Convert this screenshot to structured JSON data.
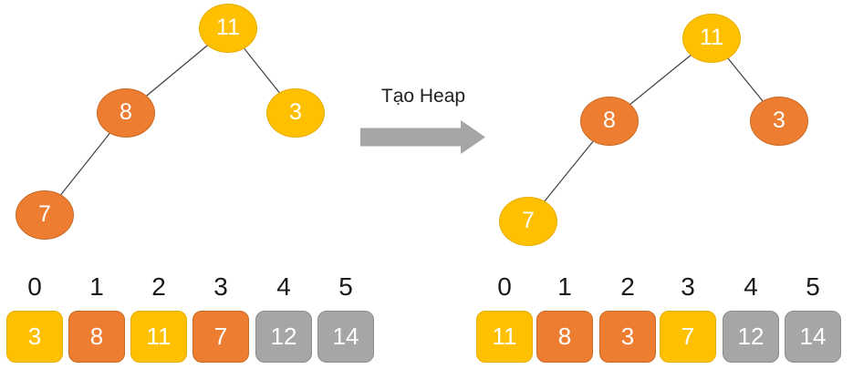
{
  "arrow": {
    "label": "Tạo Heap"
  },
  "colors": {
    "yellow": "#FFC000",
    "orange": "#ED7D31",
    "gray": "#A6A6A6"
  },
  "left_tree": {
    "nodes": [
      {
        "value": "11",
        "color": "yellow"
      },
      {
        "value": "8",
        "color": "orange"
      },
      {
        "value": "3",
        "color": "yellow"
      },
      {
        "value": "7",
        "color": "orange"
      }
    ],
    "edges": [
      [
        "11",
        "8"
      ],
      [
        "11",
        "3"
      ],
      [
        "8",
        "7"
      ]
    ]
  },
  "right_tree": {
    "nodes": [
      {
        "value": "11",
        "color": "yellow"
      },
      {
        "value": "8",
        "color": "orange"
      },
      {
        "value": "3",
        "color": "orange"
      },
      {
        "value": "7",
        "color": "yellow"
      }
    ],
    "edges": [
      [
        "11",
        "8"
      ],
      [
        "11",
        "3"
      ],
      [
        "8",
        "7"
      ]
    ]
  },
  "left_array": {
    "indices": [
      "0",
      "1",
      "2",
      "3",
      "4",
      "5"
    ],
    "cells": [
      {
        "value": "3",
        "color": "yellow"
      },
      {
        "value": "8",
        "color": "orange"
      },
      {
        "value": "11",
        "color": "yellow"
      },
      {
        "value": "7",
        "color": "orange"
      },
      {
        "value": "12",
        "color": "gray"
      },
      {
        "value": "14",
        "color": "gray"
      }
    ]
  },
  "right_array": {
    "indices": [
      "0",
      "1",
      "2",
      "3",
      "4",
      "5"
    ],
    "cells": [
      {
        "value": "11",
        "color": "yellow"
      },
      {
        "value": "8",
        "color": "orange"
      },
      {
        "value": "3",
        "color": "orange"
      },
      {
        "value": "7",
        "color": "yellow"
      },
      {
        "value": "12",
        "color": "gray"
      },
      {
        "value": "14",
        "color": "gray"
      }
    ]
  }
}
